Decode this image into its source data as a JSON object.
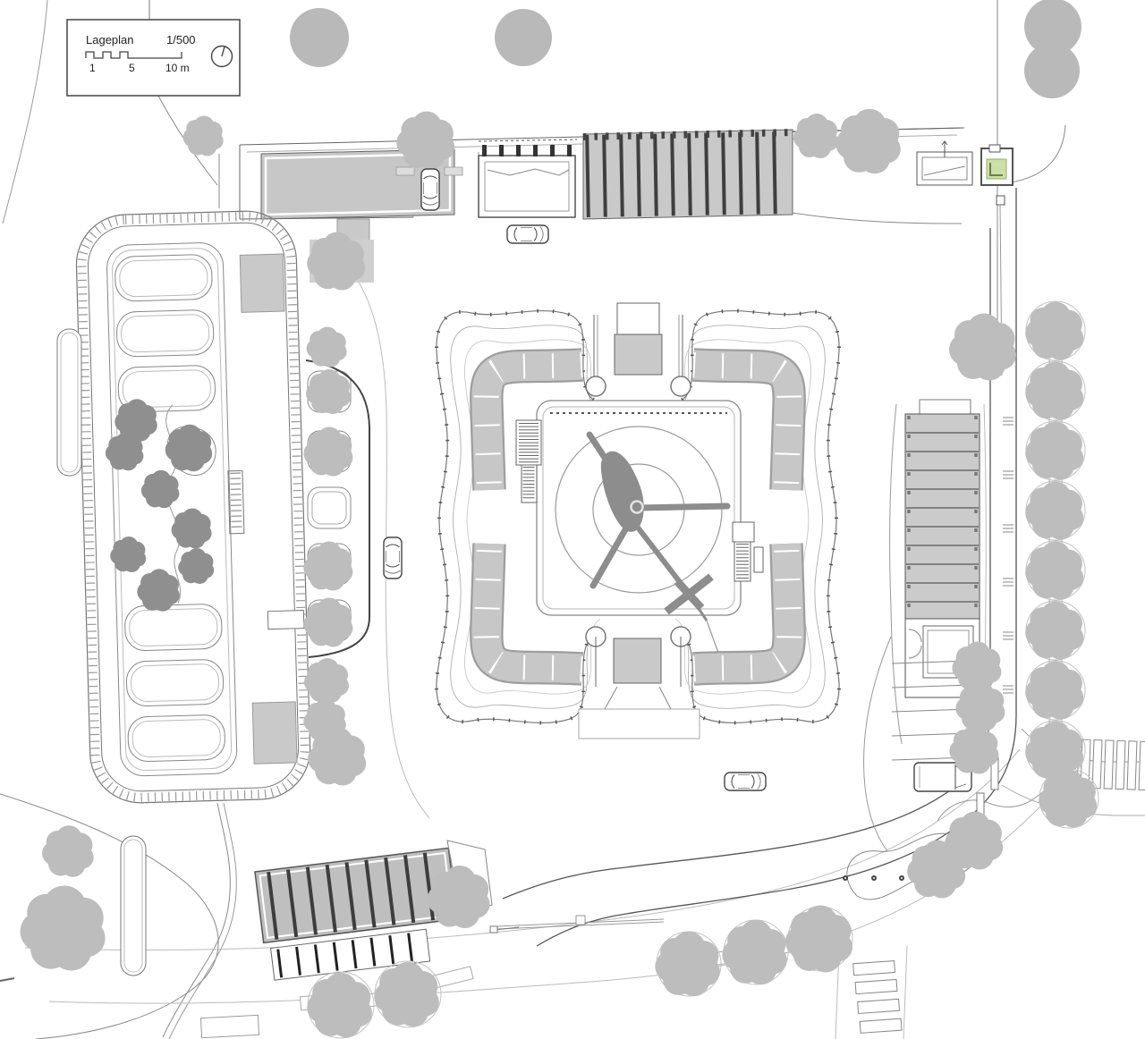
{
  "title_block": {
    "title": "Lageplan",
    "scale": "1/500",
    "scale_bar_labels": [
      "1",
      "5",
      "10 m"
    ],
    "north_arrow": "north-arrow-icon"
  },
  "drawing": {
    "central_feature": "helipad-with-helicopter",
    "buildings": [
      "central-butterfly-building",
      "north-service-strip",
      "east-parking-garage",
      "south-west-hall",
      "gatehouse",
      "green-roof-kiosk"
    ],
    "site_elements": [
      "parking-enclosure",
      "planter-column",
      "tree-rows",
      "crosswalks",
      "roads",
      "cars"
    ]
  },
  "colors": {
    "background": "#ffffff",
    "line_dark": "#555555",
    "line_light": "#aaaaaa",
    "building_fill": "#c9c9c9",
    "roof_stripe": "#3f3f3f",
    "tree_light": "#bdbdbd",
    "tree_dark": "#8f8f8f",
    "helicopter": "#8d8d8d",
    "green_area": "#ccdfa6"
  }
}
